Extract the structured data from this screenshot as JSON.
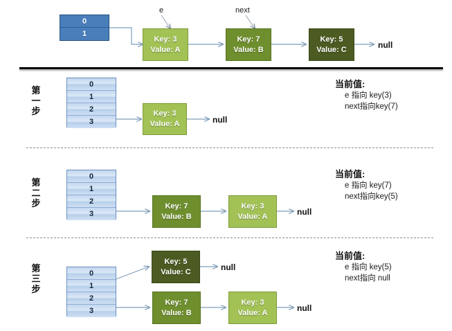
{
  "diagram": {
    "title_present": false,
    "colors": {
      "node_light_green": "#a2c256",
      "node_mid_green": "#6f8f2e",
      "node_dark_green": "#4c5b22",
      "table_solid_blue": "#4a7ebb",
      "table_light_blue": "#cfe0f4",
      "arrow": "#7f9db9",
      "divider_solid": "#000000",
      "divider_dashed": "#8c8c8c"
    },
    "null_label": "null"
  },
  "top_section": {
    "table": {
      "rows": [
        "0",
        "1"
      ]
    },
    "pointers": [
      {
        "name": "e-pointer-label",
        "label": "e"
      },
      {
        "name": "next-pointer-label",
        "label": "next"
      }
    ],
    "nodes": [
      {
        "key": "Key: 3",
        "value": "Value: A",
        "shade": "light"
      },
      {
        "key": "Key: 7",
        "value": "Value: B",
        "shade": "mid"
      },
      {
        "key": "Key: 5",
        "value": "Value: C",
        "shade": "dark"
      }
    ],
    "terminator": "null"
  },
  "steps": [
    {
      "caption": [
        "第",
        "一",
        "步"
      ],
      "table": {
        "rows": [
          "0",
          "1",
          "2",
          "3"
        ]
      },
      "chains": [
        {
          "from_row": "3",
          "nodes": [
            {
              "key": "Key: 3",
              "value": "Value: A",
              "shade": "light"
            }
          ],
          "terminator": "null"
        }
      ],
      "note": {
        "title": "当前值:",
        "lines": [
          "e 指向 key(3)",
          "next指向key(7)"
        ]
      }
    },
    {
      "caption": [
        "第",
        "二",
        "步"
      ],
      "table": {
        "rows": [
          "0",
          "1",
          "2",
          "3"
        ]
      },
      "chains": [
        {
          "from_row": "3",
          "nodes": [
            {
              "key": "Key: 7",
              "value": "Value: B",
              "shade": "mid"
            },
            {
              "key": "Key: 3",
              "value": "Value: A",
              "shade": "light"
            }
          ],
          "terminator": "null"
        }
      ],
      "note": {
        "title": "当前值:",
        "lines": [
          "e 指向 key(7)",
          "next指向key(5)"
        ]
      }
    },
    {
      "caption": [
        "第",
        "三",
        "步"
      ],
      "table": {
        "rows": [
          "0",
          "1",
          "2",
          "3"
        ]
      },
      "chains": [
        {
          "from_row": "1",
          "nodes": [
            {
              "key": "Key: 5",
              "value": "Value: C",
              "shade": "dark"
            }
          ],
          "terminator": "null"
        },
        {
          "from_row": "3",
          "nodes": [
            {
              "key": "Key: 7",
              "value": "Value: B",
              "shade": "mid"
            },
            {
              "key": "Key: 3",
              "value": "Value: A",
              "shade": "light"
            }
          ],
          "terminator": "null"
        }
      ],
      "note": {
        "title": "当前值:",
        "lines": [
          "e 指向 key(5)",
          "next指向 null"
        ]
      }
    }
  ]
}
